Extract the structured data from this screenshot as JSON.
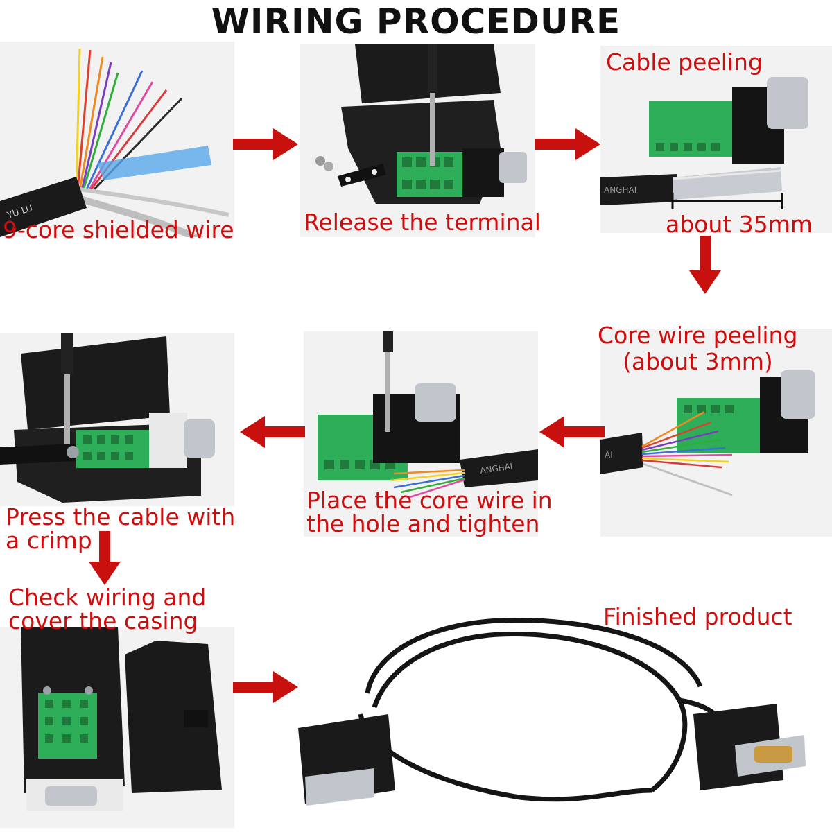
{
  "title": "WIRING PROCEDURE",
  "steps": {
    "s1": {
      "caption": "9-core shielded wire",
      "cable_text": "YU LU"
    },
    "s2": {
      "caption": "Release the terminal"
    },
    "s3": {
      "caption": "Cable peeling",
      "measure": "about 35mm",
      "cable_text": "ANGHAI"
    },
    "s4": {
      "caption_l1": "Core wire peeling",
      "caption_l2": "(about 3mm)",
      "cable_text": "AI"
    },
    "s5": {
      "caption_l1": "Place the core wire in",
      "caption_l2": "the hole and tighten",
      "cable_text": "ANGHAI"
    },
    "s6": {
      "caption_l1": "Press the cable with",
      "caption_l2": "a crimp"
    },
    "s7": {
      "caption_l1": "Check wiring and",
      "caption_l2": "cover the casing"
    },
    "s8": {
      "caption": "Finished product"
    }
  },
  "colors": {
    "arrow": "#c8100e",
    "caption": "#d10c0c",
    "terminal": "#2fae5a",
    "housing": "#1b1b1b",
    "metal": "#b8bcc2"
  }
}
